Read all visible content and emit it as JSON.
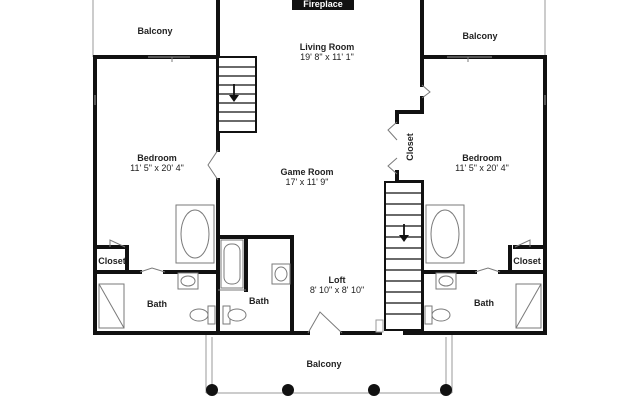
{
  "colors": {
    "wall": "#111111",
    "thin": "#9a9a9a",
    "fixture": "#7a7a7a",
    "background": "#ffffff"
  },
  "labels": {
    "fireplace": "Fireplace",
    "balcony_top_left": "Balcony",
    "balcony_top_right": "Balcony",
    "living_room": {
      "name": "Living Room",
      "size": "19' 8\" x 11' 1\""
    },
    "bedroom_left": {
      "name": "Bedroom",
      "size": "11' 5\" x 20' 4\""
    },
    "bedroom_right": {
      "name": "Bedroom",
      "size": "11' 5\" x 20' 4\""
    },
    "game_room": {
      "name": "Game Room",
      "size": "17' x 11' 9\""
    },
    "closet_center": "Closet",
    "closet_left": "Closet",
    "closet_right": "Closet",
    "bath_left": "Bath",
    "bath_center": "Bath",
    "bath_right": "Bath",
    "loft": {
      "name": "Loft",
      "size": "8' 10\" x 8' 10\""
    },
    "balcony_bottom": "Balcony"
  },
  "icons": {
    "stairs_upper": "stairs-icon",
    "stairs_lower": "stairs-icon",
    "arrow_upper": "arrow-down-icon",
    "arrow_lower": "arrow-down-icon",
    "columns": "column-icon"
  }
}
